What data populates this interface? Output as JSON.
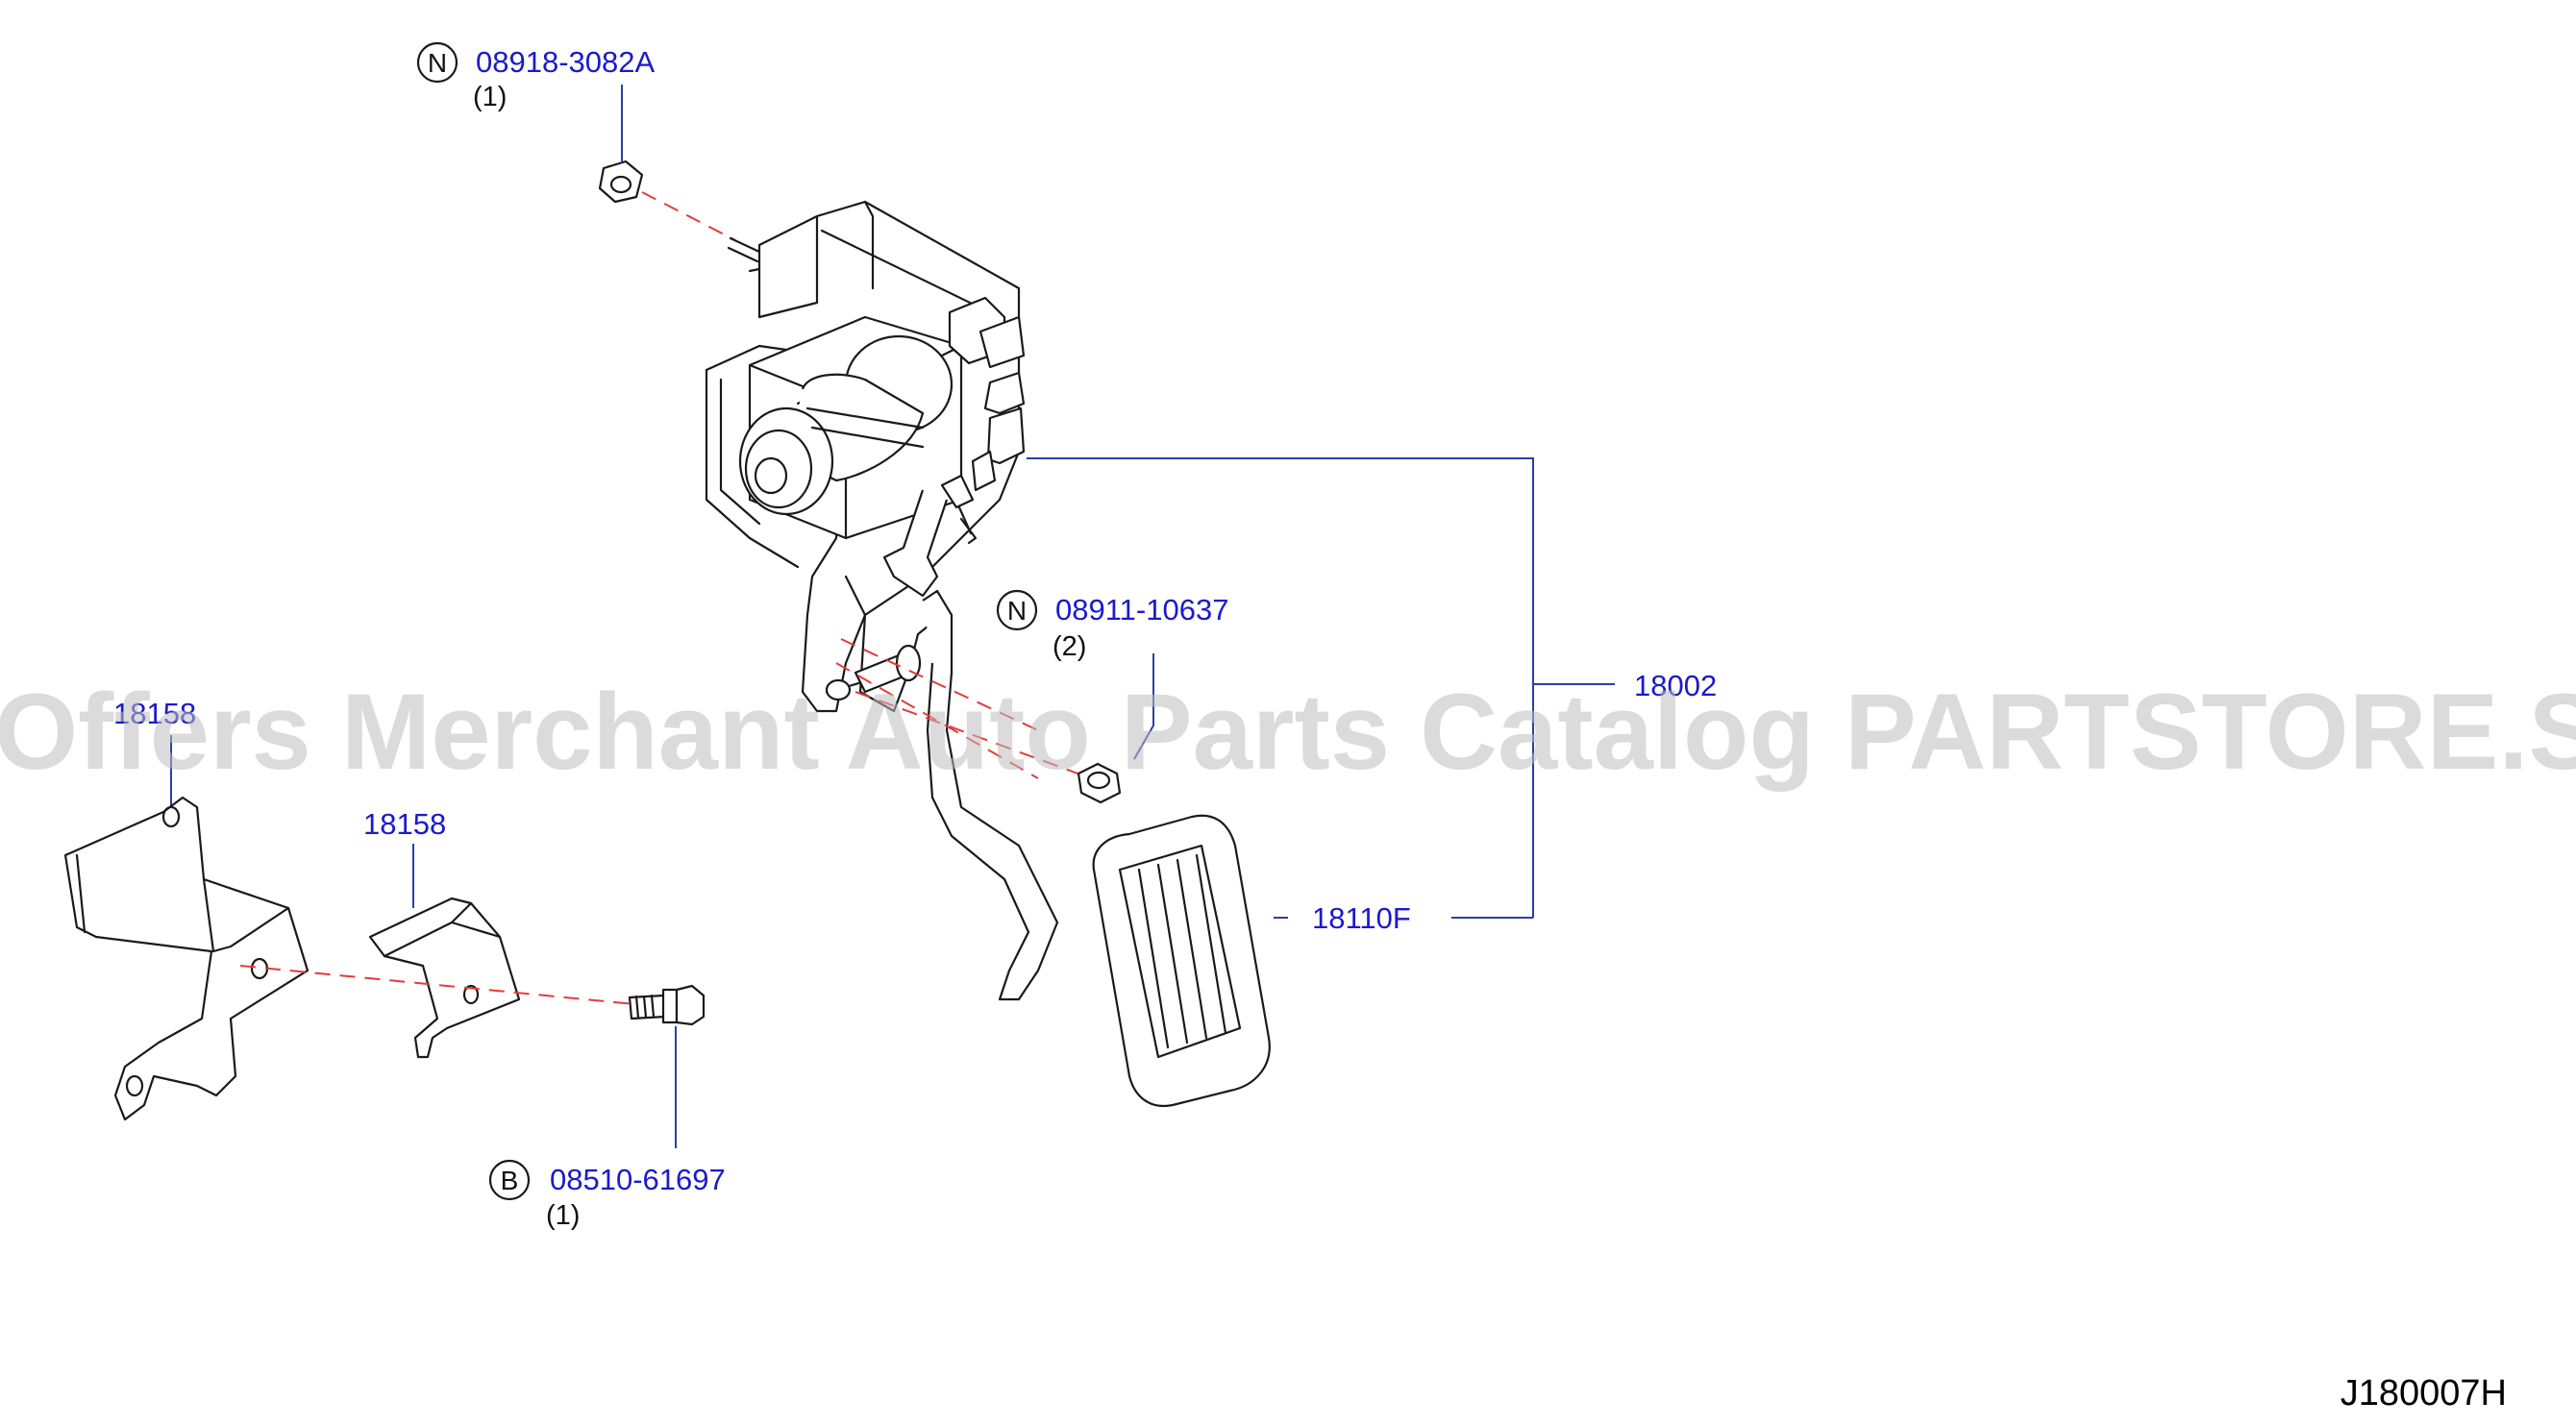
{
  "parts": {
    "nut_top": {
      "number": "08918-3082A",
      "qty": "(1)",
      "type_letter": "N"
    },
    "nut_mid": {
      "number": "08911-10637",
      "qty": "(2)",
      "type_letter": "N"
    },
    "bolt": {
      "number": "08510-61697",
      "qty": "(1)",
      "type_letter": "B"
    },
    "pedal_assembly": {
      "number": "18002"
    },
    "pedal_pad": {
      "number": "18110F"
    },
    "bracket_left": {
      "number": "18158"
    },
    "bracket_small": {
      "number": "18158"
    }
  },
  "watermark": "Offers Merchant Auto Parts Catalog PARTSTORE.SA",
  "diagram_code": "J180007H",
  "colors": {
    "part_number": "#1a1acc",
    "leader": "#2b3fa8",
    "dashed_guide": "#e23c3c"
  }
}
